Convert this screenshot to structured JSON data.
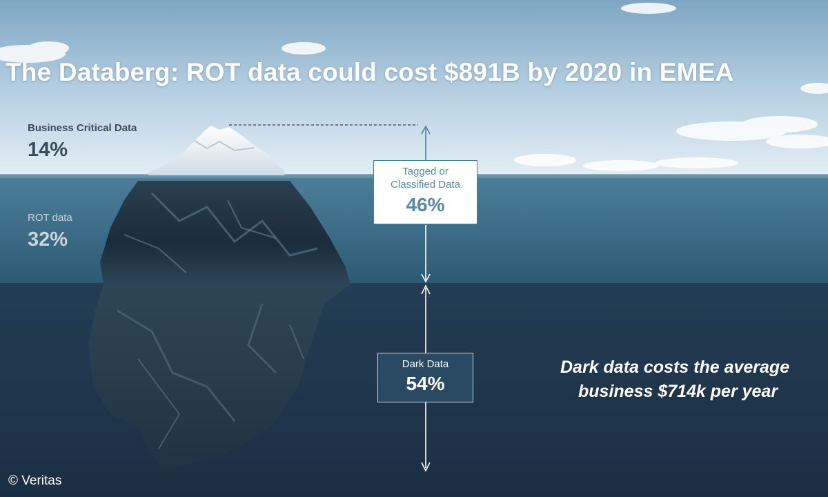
{
  "title": "The Databerg: ROT data could cost $891B by 2020 in EMEA",
  "segments": {
    "business_critical": {
      "label": "Business Critical Data",
      "value": "14%"
    },
    "rot": {
      "label": "ROT data",
      "value": "32%"
    },
    "tagged": {
      "line1": "Tagged or",
      "line2": "Classified Data",
      "value": "46%"
    },
    "dark": {
      "label": "Dark Data",
      "value": "54%"
    }
  },
  "callout": {
    "line1": "Dark data costs the average",
    "line2": "business $714k per year"
  },
  "copyright": "© Veritas",
  "colors": {
    "sky_top": "#9fc0d6",
    "sky_bottom": "#dce9f1",
    "water_mid": "#3b6b86",
    "water_deep": "#1e3347",
    "tagged_text": "#5a8aa3",
    "dark_box": "#2a4a63"
  }
}
